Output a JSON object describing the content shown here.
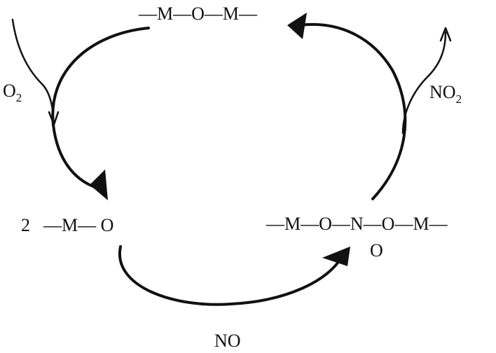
{
  "diagram": {
    "colors": {
      "ink": "#111111",
      "background": "#ffffff"
    },
    "species": {
      "top": {
        "text": "—M—O—M—"
      },
      "left": {
        "coefficient": "2",
        "text": "—M— O"
      },
      "right": {
        "text": "—M—O—N—O—M—",
        "below": "O"
      }
    },
    "reagents": {
      "o2": {
        "base": "O",
        "subscript": "2"
      },
      "no2": {
        "base": "NO",
        "subscript": "2"
      },
      "no": {
        "text": "NO"
      }
    },
    "arrows": [
      {
        "name": "arrow-top-to-left",
        "from": "top",
        "to": "left"
      },
      {
        "name": "arrow-o2-input",
        "from": "o2",
        "to": "arrow-top-to-left"
      },
      {
        "name": "arrow-left-to-right",
        "from": "left",
        "to": "right",
        "via": "no"
      },
      {
        "name": "arrow-right-to-top",
        "from": "right",
        "to": "top"
      },
      {
        "name": "arrow-no2-output",
        "from": "arrow-right-to-top",
        "to": "no2"
      }
    ]
  }
}
